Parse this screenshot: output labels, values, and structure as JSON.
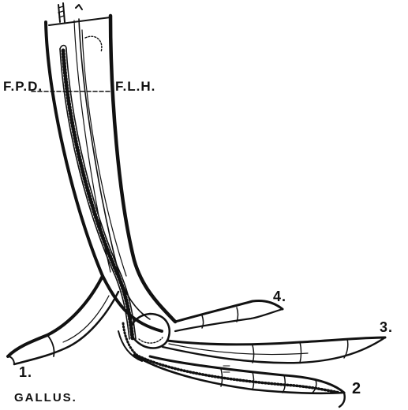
{
  "figure": {
    "stroke_color": "#111111",
    "background": "#ffffff",
    "labels": {
      "fpd": "F.P.D.",
      "flh": "F.L.H.",
      "digit_4": "4.",
      "digit_3": "3.",
      "digit_2": "2",
      "digit_1": "1.",
      "name": "GALLUS."
    }
  }
}
